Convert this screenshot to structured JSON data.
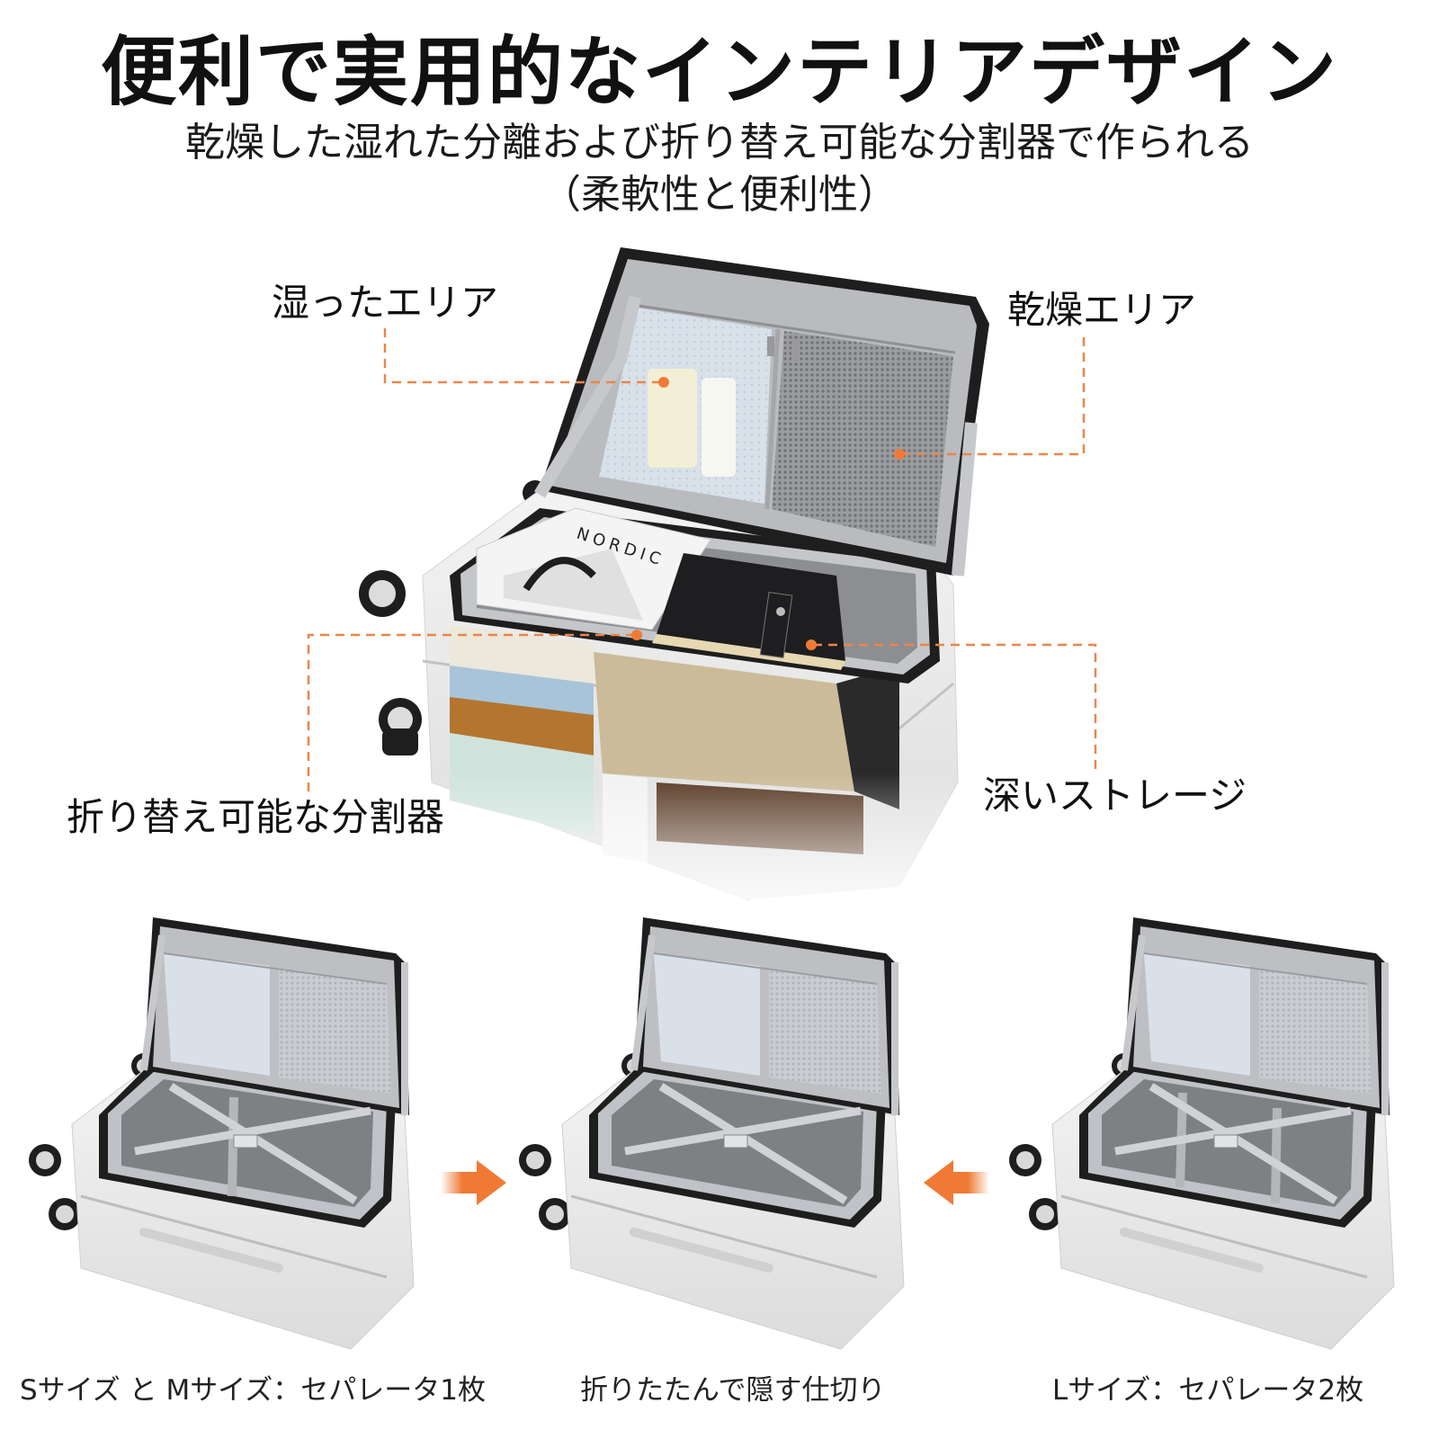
{
  "header": {
    "title": "便利で実用的なインテリアデザイン",
    "subtitle_line1": "乾燥した湿れた分離および折り替え可能な分割器で作られる",
    "subtitle_line2": "（柔軟性と便利性）"
  },
  "main_product": {
    "book_label": "NORDIC",
    "callouts": [
      {
        "id": "wet-area",
        "label": "湿ったエリア"
      },
      {
        "id": "dry-area",
        "label": "乾燥エリア"
      },
      {
        "id": "foldable-divider",
        "label": "折り替え可能な分割器"
      },
      {
        "id": "deep-storage",
        "label": "深いストレージ"
      }
    ]
  },
  "variants": [
    {
      "id": "sm-size",
      "caption": "Sサイズ と Mサイズ：セパレータ1枚",
      "dividers": 1
    },
    {
      "id": "folded",
      "caption": "折りたたんで隠す仕切り",
      "dividers": 0
    },
    {
      "id": "l-size",
      "caption": "Lサイズ：セパレータ2枚",
      "dividers": 2
    }
  ],
  "arrows": [
    {
      "id": "arrow-right",
      "direction": "right"
    },
    {
      "id": "arrow-left",
      "direction": "left"
    }
  ],
  "colors": {
    "accent_orange": "#F07A35",
    "callout_line": "#E8874A",
    "shell_white": "#EEEEEE",
    "lining_gray": "#B9BBBE",
    "interior_dark": "#7E8084",
    "strap_gray": "#C6C8CC",
    "rim_black": "#1E1E1E",
    "text": "#111111"
  }
}
